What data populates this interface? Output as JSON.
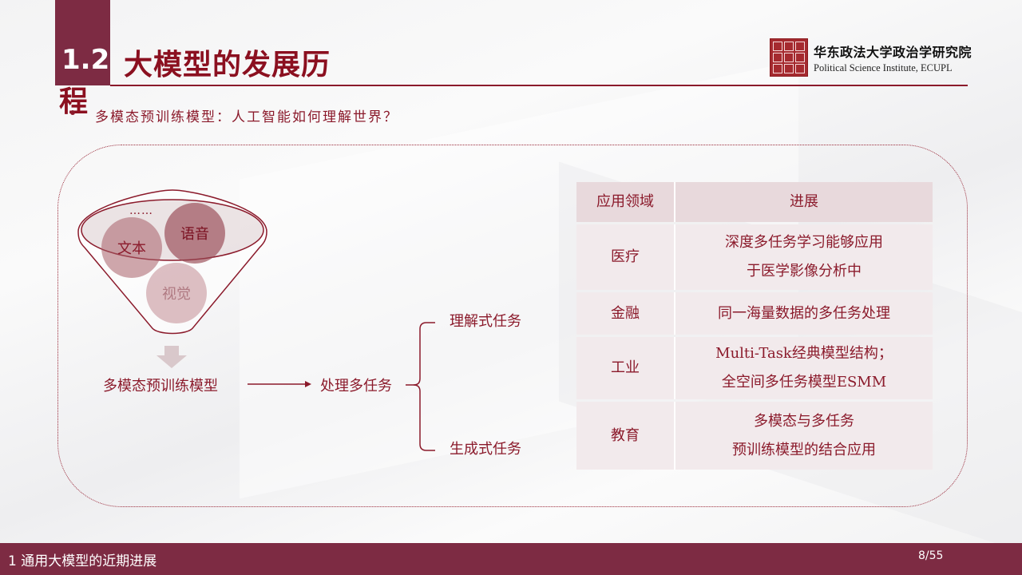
{
  "header": {
    "section_number": "1.2",
    "title": "大模型的发展历",
    "title_wrap": "程",
    "institution_cn": "华东政法大学政治学研究院",
    "institution_en": "Political Science Institute, ECUPL"
  },
  "subtitle": "多模态预训练模型：人工智能如何理解世界？",
  "funnel": {
    "ellipsis": "……",
    "inputs": [
      "文本",
      "语音",
      "视觉"
    ]
  },
  "flow": {
    "model": "多模态预训练模型",
    "multi_task": "处理多任务",
    "understanding": "理解式任务",
    "generation": "生成式任务"
  },
  "table": {
    "headers": [
      "应用领域",
      "进展"
    ],
    "rows": [
      {
        "domain": "医疗",
        "progress": [
          "深度多任务学习能够应用",
          "于医学影像分析中"
        ]
      },
      {
        "domain": "金融",
        "progress": [
          "同一海量数据的多任务处理"
        ]
      },
      {
        "domain": "工业",
        "progress": [
          "Multi-Task经典模型结构；",
          "全空间多任务模型ESMM"
        ]
      },
      {
        "domain": "教育",
        "progress": [
          "多模态与多任务",
          "预训练模型的结合应用"
        ]
      }
    ]
  },
  "footer": {
    "section": "1 通用大模型的近期进展",
    "page": "8/55"
  },
  "colors": {
    "brand": "#7d2b43",
    "text": "#8b1a2b",
    "table_header": "#e8d9dc",
    "table_cell": "#f2eaec"
  }
}
